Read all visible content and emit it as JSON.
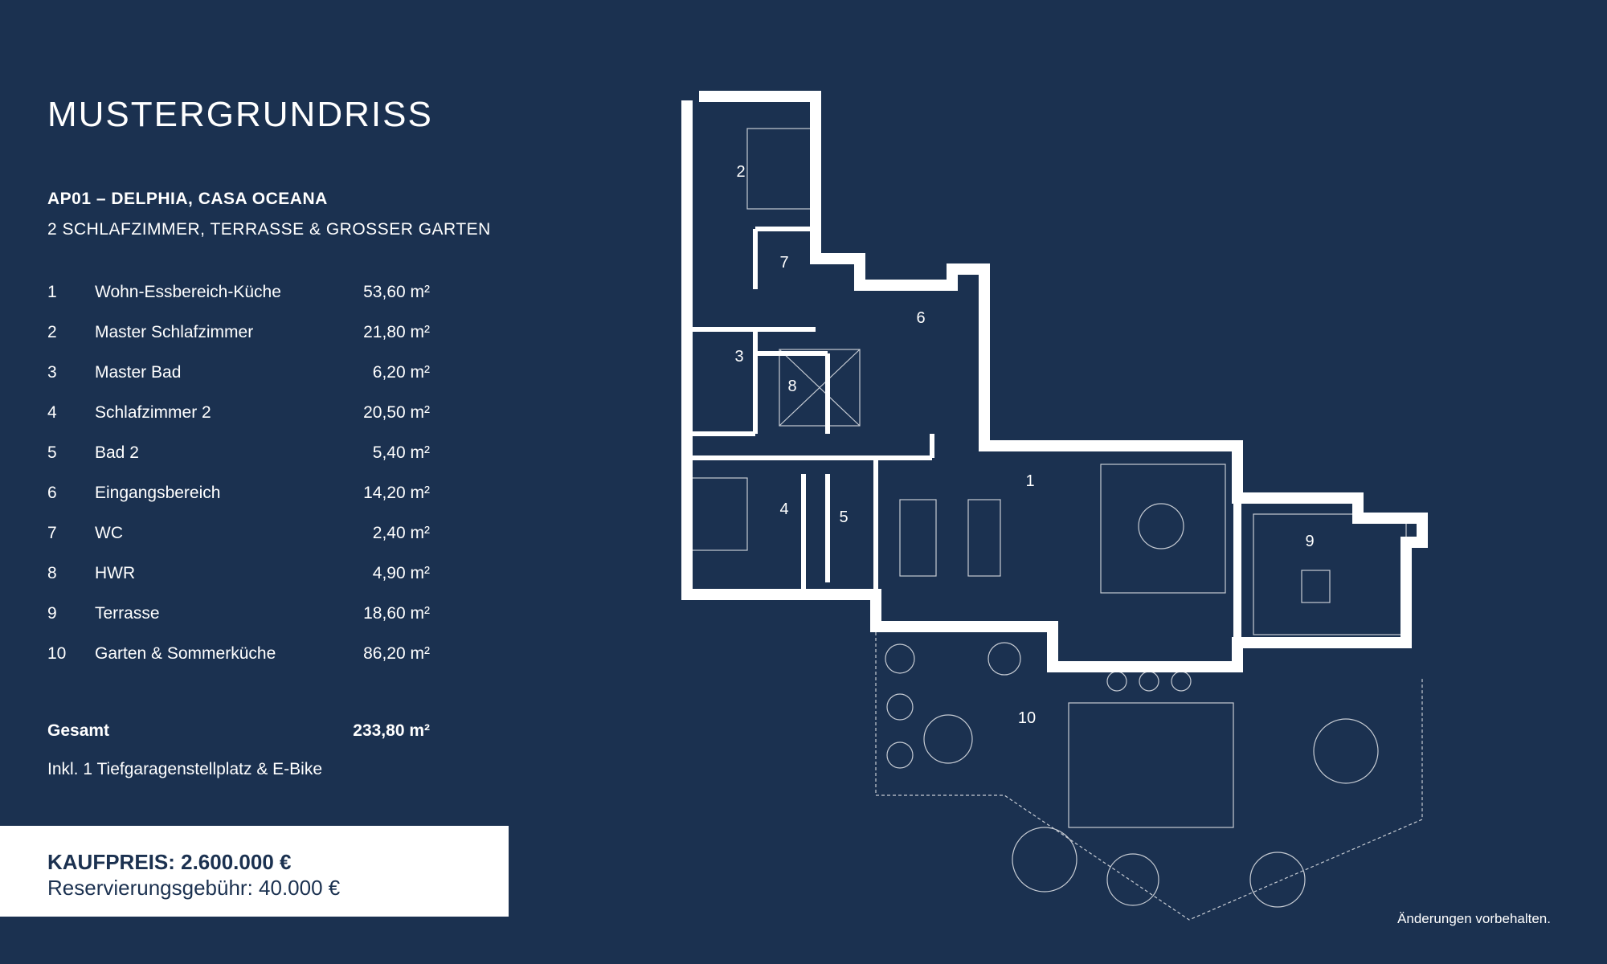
{
  "header": {
    "title": "MUSTERGRUNDRISS",
    "apartment": "AP01 – DELPHIA, CASA OCEANA",
    "description": "2 SCHLAFZIMMER,  TERRASSE & GROSSER GARTEN"
  },
  "rooms": [
    {
      "num": "1",
      "name": "Wohn-Essbereich-Küche",
      "area": "53,60 m²"
    },
    {
      "num": "2",
      "name": "Master Schlafzimmer",
      "area": "21,80 m²"
    },
    {
      "num": "3",
      "name": "Master Bad",
      "area": "6,20 m²"
    },
    {
      "num": "4",
      "name": "Schlafzimmer 2",
      "area": "20,50 m²"
    },
    {
      "num": "5",
      "name": "Bad 2",
      "area": "5,40 m²"
    },
    {
      "num": "6",
      "name": "Eingangsbereich",
      "area": "14,20 m²"
    },
    {
      "num": "7",
      "name": "WC",
      "area": "2,40 m²"
    },
    {
      "num": "8",
      "name": "HWR",
      "area": "4,90 m²"
    },
    {
      "num": "9",
      "name": "Terrasse",
      "area": "18,60 m²"
    },
    {
      "num": "10",
      "name": "Garten & Sommerküche",
      "area": "86,20 m²"
    }
  ],
  "total": {
    "label": "Gesamt",
    "value": "233,80 m²"
  },
  "note": "Inkl. 1 Tiefgaragenstellplatz & E-Bike",
  "price": {
    "kaufpreis": "KAUFPREIS: 2.600.000 €",
    "reservation": "Reservierungsgebühr: 40.000 €"
  },
  "disclaimer": "Änderungen vorbehalten.",
  "plan_labels": [
    "1",
    "2",
    "3",
    "4",
    "5",
    "6",
    "7",
    "8",
    "9",
    "10"
  ],
  "colors": {
    "background": "#1b3150",
    "foreground": "#ffffff"
  }
}
